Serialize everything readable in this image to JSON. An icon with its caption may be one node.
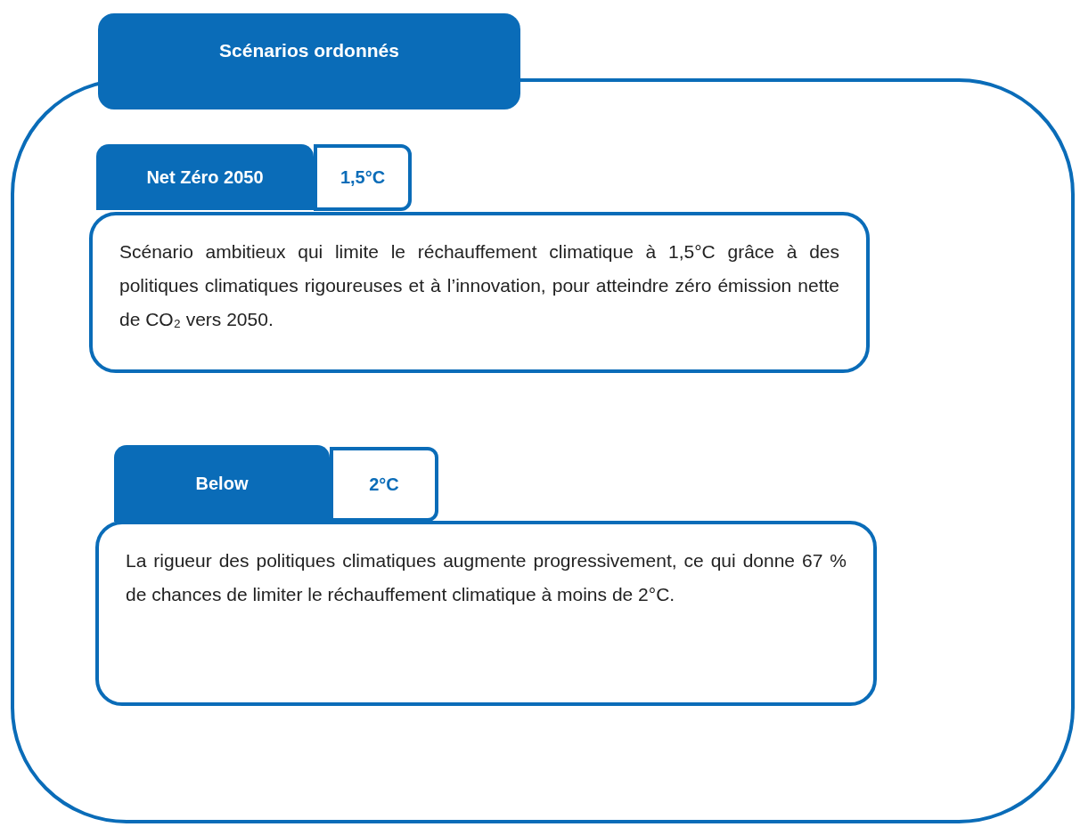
{
  "diagram": {
    "nodes": [
      {
        "text": [
          "Scénarios ordonnés"
        ]
      },
      {
        "text": [
          "Net Zéro 2050"
        ],
        "in": 0
      },
      {
        "text": [
          "1,5°C"
        ],
        "in": 0
      },
      {
        "text": [
          "Scénario ambitieux qui limite le réchauffement climatique à 1,5°C grâce à des politiques climatiques rigoureuses et à l’innovation, pour atteindre zéro émission nette de CO₂ vers 2050."
        ],
        "in": 0
      },
      {
        "text": [
          "Below"
        ],
        "in": 0
      },
      {
        "text": [
          "2°C"
        ],
        "in": 0
      },
      {
        "text": [
          "La rigueur des politiques climatiques augmente progressivement, ce qui donne 67 % de chances de limiter le réchauffement climatique à moins de 2°C."
        ],
        "in": 0
      }
    ]
  }
}
